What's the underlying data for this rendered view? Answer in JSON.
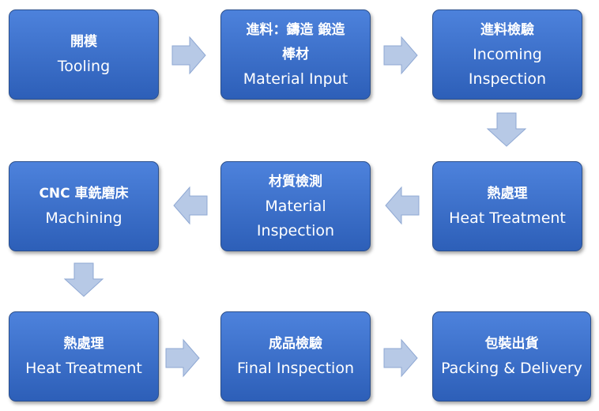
{
  "steps": [
    {
      "lines": [
        "開模",
        "Tooling"
      ]
    },
    {
      "lines": [
        "進料：鑄造 鍛造",
        "棒材",
        "Material Input"
      ]
    },
    {
      "lines": [
        "進料檢驗",
        "Incoming",
        "Inspection"
      ]
    },
    {
      "lines": [
        "熱處理",
        "Heat Treatment"
      ]
    },
    {
      "lines": [
        "材質檢測",
        "Material",
        "Inspection"
      ]
    },
    {
      "lines": [
        "CNC 車銑磨床",
        "Machining"
      ]
    },
    {
      "lines": [
        "熱處理",
        "Heat Treatment"
      ]
    },
    {
      "lines": [
        "成品檢驗",
        "Final Inspection"
      ]
    },
    {
      "lines": [
        "包裝出貨",
        "Packing & Delivery"
      ]
    }
  ],
  "colors": {
    "box_top": "#4d82dc",
    "box_bottom": "#2d5fb8",
    "box_border": "#2b4f8c",
    "box_text": "#ffffff",
    "arrow_fill": "#b7c9e6",
    "arrow_stroke": "#8fa8d3"
  }
}
